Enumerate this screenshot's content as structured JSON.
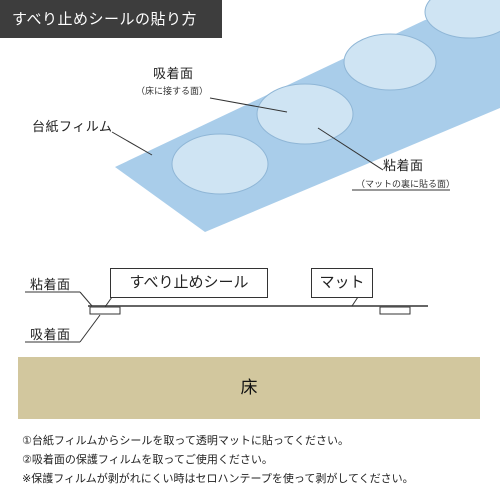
{
  "title": "すべり止めシールの貼り方",
  "top_diagram": {
    "suction_face": "吸着面",
    "suction_face_note": "（床に接する面）",
    "backing_film": "台紙フィルム",
    "adhesive_face": "粘着面",
    "adhesive_face_note": "（マットの裏に貼る面）"
  },
  "side_diagram": {
    "adhesive_face": "粘着面",
    "seal": "すべり止めシール",
    "mat": "マット",
    "suction_face": "吸着面",
    "floor": "床"
  },
  "notes": [
    "①台紙フィルムからシールを取って透明マットに貼ってください。",
    "②吸着面の保護フィルムを取ってご使用ください。",
    "※保護フィルムが剥がれにくい時はセロハンテープを使って剥がしてください。"
  ],
  "colors": {
    "title_bg": "#3d3d3d",
    "film": "#a9cdea",
    "disc": "#cfe4f3",
    "floor": "#d2c79e"
  }
}
